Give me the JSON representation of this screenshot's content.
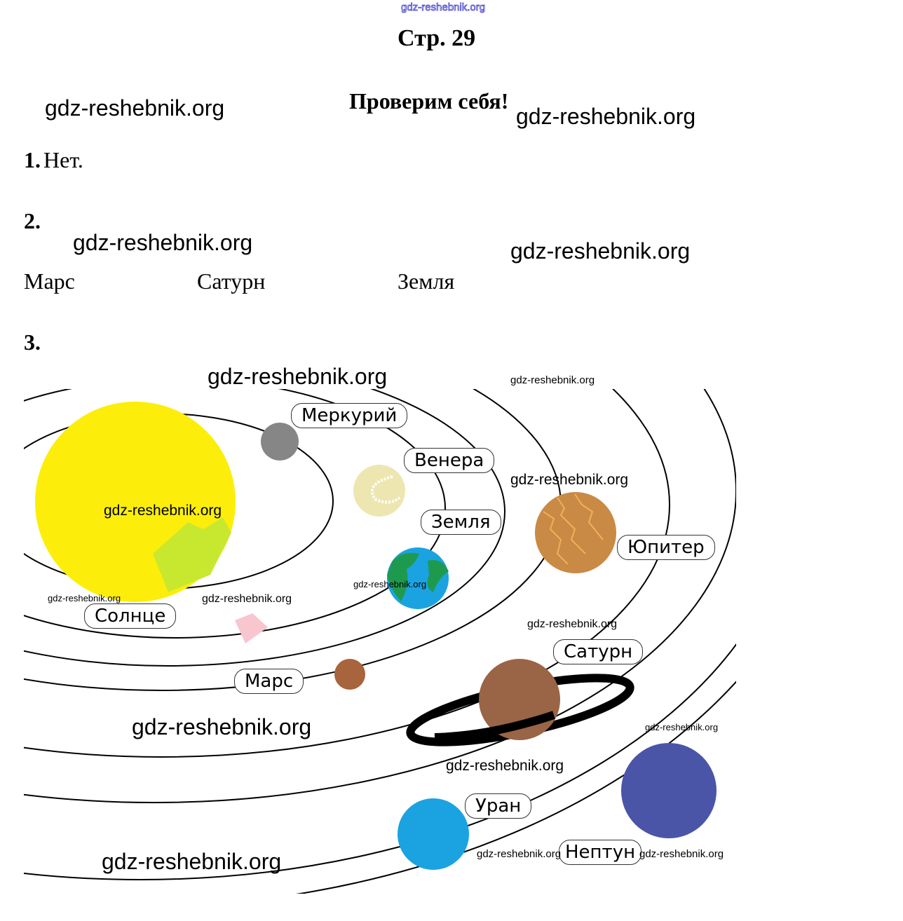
{
  "header": {
    "top_watermark": "gdz-reshebnik.org",
    "page_title": "Стр. 29",
    "section_title": "Проверим себя!"
  },
  "watermark_text": "gdz-reshebnik.org",
  "questions": [
    {
      "number": "1.",
      "answer": "Нет."
    },
    {
      "number": "2.",
      "answers": [
        "Марс",
        "Сатурн",
        "Земля"
      ]
    },
    {
      "number": "3."
    }
  ],
  "diagram": {
    "title": "Solar system",
    "bodies": [
      {
        "name": "Солнце",
        "color": "#fcee0a"
      },
      {
        "name": "Меркурий",
        "color": "#868686"
      },
      {
        "name": "Венера",
        "color": "#ede6b0"
      },
      {
        "name": "Земля",
        "color": "#1aa3e0"
      },
      {
        "name": "Марс",
        "color": "#a8643c"
      },
      {
        "name": "Юпитер",
        "color": "#c98a45"
      },
      {
        "name": "Сатурн",
        "color": "#9a6446"
      },
      {
        "name": "Уран",
        "color": "#1aa3e0"
      },
      {
        "name": "Нептун",
        "color": "#4a55a8"
      }
    ]
  }
}
